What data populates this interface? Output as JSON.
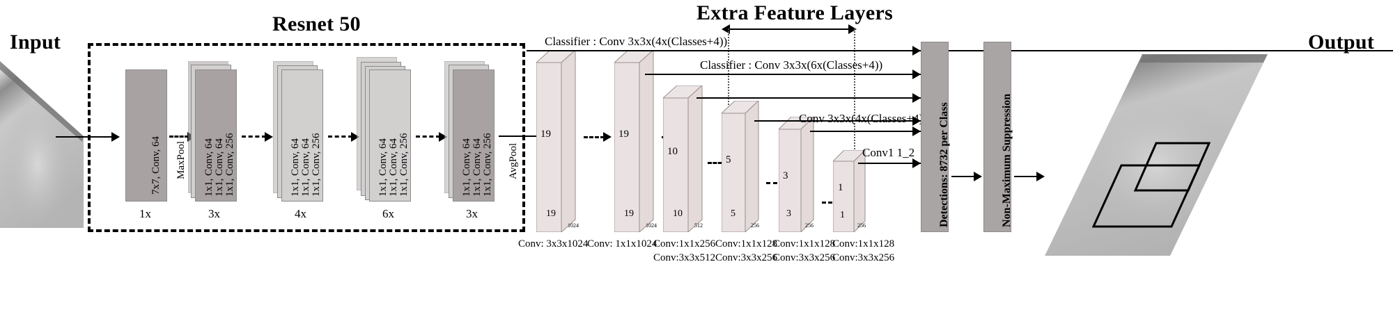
{
  "titles": {
    "input": "Input",
    "output": "Output",
    "resnet": "Resnet 50",
    "extra_feature_layers": "Extra Feature Layers"
  },
  "resnet": {
    "stages": [
      {
        "label": "7x7, Conv, 64",
        "mult": "1x",
        "lines": [
          "7x7, Conv, 64"
        ],
        "copies": 1,
        "shade": "dark"
      },
      {
        "label": "1x1, Conv, 64 / 1x1, Conv, 64 / 1x1, Conv, 256",
        "mult": "3x",
        "lines": [
          "1x1, Conv, 64",
          "1x1, Conv, 64",
          "1x1, Conv, 256"
        ],
        "copies": 2,
        "shade": "dark"
      },
      {
        "label": "1x1, Conv, 64 / 1x1, Conv, 64 / 1x1, Conv, 256",
        "mult": "4x",
        "lines": [
          "1x1, Conv, 64",
          "1x1, Conv, 64",
          "1x1, Conv, 256"
        ],
        "copies": 2,
        "shade": "light"
      },
      {
        "label": "1x1, Conv, 64 / 1x1, Conv, 64 / 1x1, Conv, 256",
        "mult": "6x",
        "lines": [
          "1x1, Conv, 64",
          "1x1, Conv, 64",
          "1x1, Conv, 256"
        ],
        "copies": 3,
        "shade": "light"
      },
      {
        "label": "1x1, Conv, 64 / 1x1, Conv, 64 / 1x1, Conv, 256",
        "mult": "3x",
        "lines": [
          "1x1, Conv, 64",
          "1x1, Conv, 64",
          "1x1, Conv, 256"
        ],
        "copies": 2,
        "shade": "dark"
      }
    ],
    "maxpool_label": "MaxPool",
    "avgpool_label": "AvgPool"
  },
  "feature_layers": [
    {
      "size": "19",
      "depth": "1024",
      "caption1": "Conv: 3x3x1024",
      "caption2": ""
    },
    {
      "size": "19",
      "depth": "1024",
      "caption1": "Conv: 1x1x1024",
      "caption2": ""
    },
    {
      "size": "10",
      "depth": "512",
      "caption1": "Conv:1x1x256",
      "caption2": "Conv:3x3x512"
    },
    {
      "size": "5",
      "depth": "256",
      "caption1": "Conv:1x1x128",
      "caption2": "Conv:3x3x256"
    },
    {
      "size": "3",
      "depth": "256",
      "caption1": "Conv:1x1x128",
      "caption2": "Conv:3x3x256"
    },
    {
      "size": "1",
      "depth": "256",
      "caption1": "Conv:1x1x128",
      "caption2": "Conv:3x3x256"
    }
  ],
  "classifier_labels": {
    "l1": "Classifier : Conv 3x3x(4x(Classes+4))",
    "l2": "Classifier : Conv 3x3x(6x(Classes+4))",
    "l3": "Conv 3x3x(4x(Classes+4))",
    "l4": "Conv1 1_2"
  },
  "detections": {
    "label": "Detections: 8732 per Class"
  },
  "nms": {
    "label": "Non-Maximum Suppression"
  },
  "colors": {
    "block_dark": "#a9a2a2",
    "block_light": "#d2cfcf",
    "slab": "#eae2e2",
    "gray_bar": "#aaa5a5",
    "line": "#000000"
  }
}
